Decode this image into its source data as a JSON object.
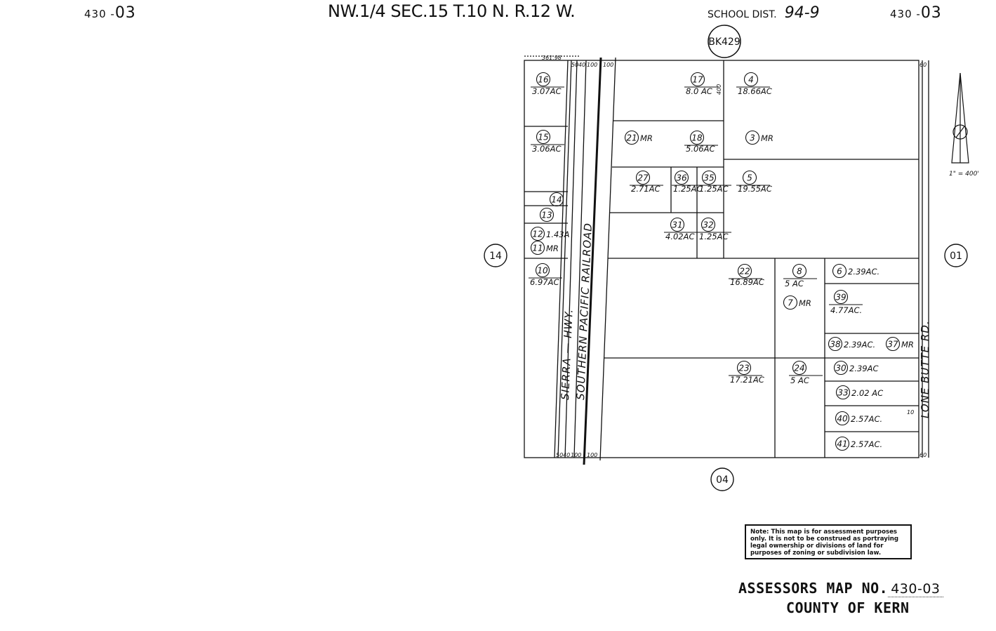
{
  "header": {
    "left_code_prefix": "430 -",
    "left_code_suffix": "03",
    "title": "NW.1/4 SEC.15  T.10 N. R.12 W.",
    "school_label": "SCHOOL  DIST.",
    "school_value": "94-9",
    "right_code_prefix": "430 -",
    "right_code_suffix": "03"
  },
  "book_ref": "BK429",
  "adjacent": {
    "west": "14",
    "east": "01",
    "south": "04"
  },
  "north_arrow": {
    "scale": "1\" = 400'"
  },
  "roads": {
    "highway": "SIERRA — HWY.",
    "railroad": "SOUTHERN PACIFIC RAILROAD",
    "east_road": "LONE BUTTE RD."
  },
  "dimensions": {
    "top_left": "361.98",
    "top_row": [
      "50",
      "40",
      "100",
      "100"
    ],
    "bottom_row": [
      "50",
      "40",
      "100",
      "100"
    ],
    "east_top": "60",
    "east_bottom": "60",
    "east_mid": "10",
    "vertical_400": "400"
  },
  "parcels": [
    {
      "num": "16",
      "area": "3.07AC"
    },
    {
      "num": "15",
      "area": "3.06AC"
    },
    {
      "num": "14",
      "area": ""
    },
    {
      "num": "13",
      "area": ""
    },
    {
      "num": "12",
      "area": "1.43A"
    },
    {
      "num": "11",
      "area": "MR"
    },
    {
      "num": "10",
      "area": "6.97AC"
    },
    {
      "num": "17",
      "area": "8.0 AC"
    },
    {
      "num": "4",
      "area": "18.66AC"
    },
    {
      "num": "21",
      "area": "MR"
    },
    {
      "num": "18",
      "area": "5.06AC"
    },
    {
      "num": "3",
      "area": "MR"
    },
    {
      "num": "27",
      "area": "2.71AC"
    },
    {
      "num": "36",
      "area": "1.25AC"
    },
    {
      "num": "35",
      "area": "1.25AC"
    },
    {
      "num": "5",
      "area": "19.55AC"
    },
    {
      "num": "31",
      "area": "4.02AC"
    },
    {
      "num": "32",
      "area": "1.25AC"
    },
    {
      "num": "22",
      "area": "16.89AC"
    },
    {
      "num": "8",
      "area": "5 AC"
    },
    {
      "num": "7",
      "area": "MR"
    },
    {
      "num": "6",
      "area": "2.39AC."
    },
    {
      "num": "39",
      "area": "4.77AC."
    },
    {
      "num": "38",
      "area": "2.39AC."
    },
    {
      "num": "37",
      "area": "MR"
    },
    {
      "num": "23",
      "area": "17.21AC"
    },
    {
      "num": "24",
      "area": "5 AC"
    },
    {
      "num": "30",
      "area": "2.39AC"
    },
    {
      "num": "33",
      "area": "2.02 AC"
    },
    {
      "num": "40",
      "area": "2.57AC."
    },
    {
      "num": "41",
      "area": "2.57AC."
    }
  ],
  "note": "Note: This map is for assessment purposes only. It is not to be construed as portraying legal ownership or divisions of land for purposes of zoning or subdivision law.",
  "footer": {
    "line1": "ASSESSORS MAP NO.",
    "map_no": "430-03",
    "line2": "COUNTY OF KERN"
  }
}
